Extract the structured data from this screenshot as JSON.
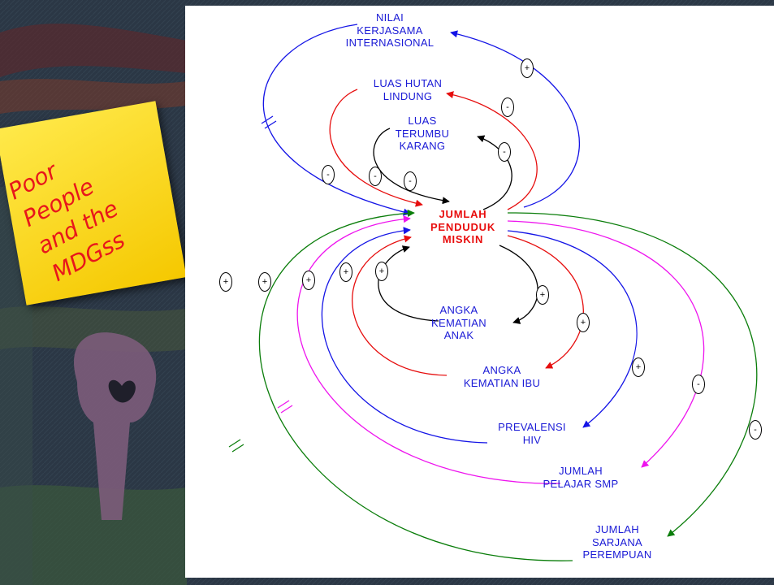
{
  "slide": {
    "sticky_lines": [
      "Poor",
      "People",
      "and the",
      "MDGss"
    ]
  },
  "nodes": {
    "center": [
      "JUMLAH",
      "PENDUDUK",
      "MISKIN"
    ],
    "kerjasama": [
      "NILAI",
      "KERJASAMA",
      "INTERNASIONAL"
    ],
    "hutan": [
      "LUAS HUTAN",
      "LINDUNG"
    ],
    "terumbu": [
      "LUAS",
      "TERUMBU",
      "KARANG"
    ],
    "anak": [
      "ANGKA",
      "KEMATIAN",
      "ANAK"
    ],
    "ibu": [
      "ANGKA",
      "KEMATIAN IBU"
    ],
    "hiv": [
      "PREVALENSI",
      "HIV"
    ],
    "smp": [
      "JUMLAH",
      "PELAJAR SMP"
    ],
    "sarjana": [
      "JUMLAH",
      "SARJANA",
      "PEREMPUAN"
    ]
  },
  "polarities": {
    "kerjasama_out": "+",
    "kerjasama_in": "-",
    "hutan_out": "-",
    "hutan_in": "-",
    "terumbu_out": "-",
    "terumbu_in": "-",
    "anak_out": "+",
    "anak_in": "+",
    "ibu_out": "+",
    "ibu_in": "+",
    "hiv_out": "+",
    "hiv_in": "+",
    "smp_out": "-",
    "smp_in": "+",
    "sarjana_out": "-",
    "sarjana_in": "+"
  },
  "colors": {
    "blue": "#1414e6",
    "red": "#e60d0d",
    "black": "#000000",
    "magenta": "#ee14ee",
    "green": "#0a7d0a",
    "label_blue": "#1a1ad6",
    "center_red": "#e80d0d"
  }
}
